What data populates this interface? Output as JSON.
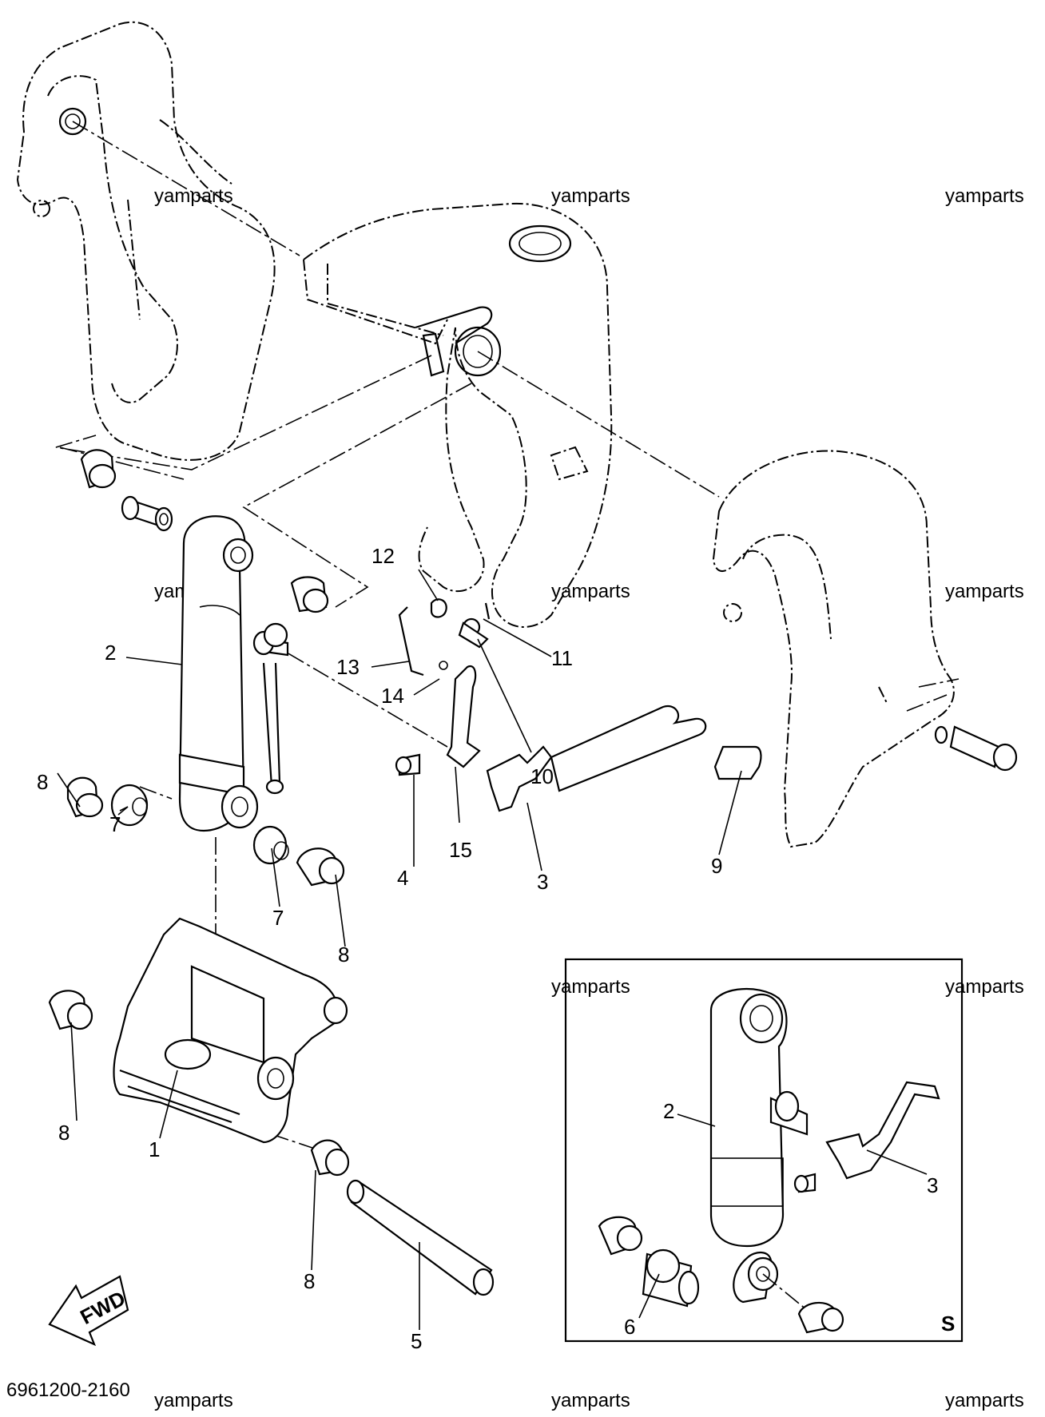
{
  "diagram_code": "6961200-2160",
  "watermark": "yamparts",
  "inset_marker": "S",
  "fwd_label": "FWD",
  "callouts": {
    "c1": "1",
    "c2": "2",
    "c3": "3",
    "c4": "4",
    "c5": "5",
    "c6": "6",
    "c7": "7",
    "c8": "8",
    "c9": "9",
    "c10": "10",
    "c11": "11",
    "c12": "12",
    "c13": "13",
    "c14": "14",
    "c15": "15"
  }
}
